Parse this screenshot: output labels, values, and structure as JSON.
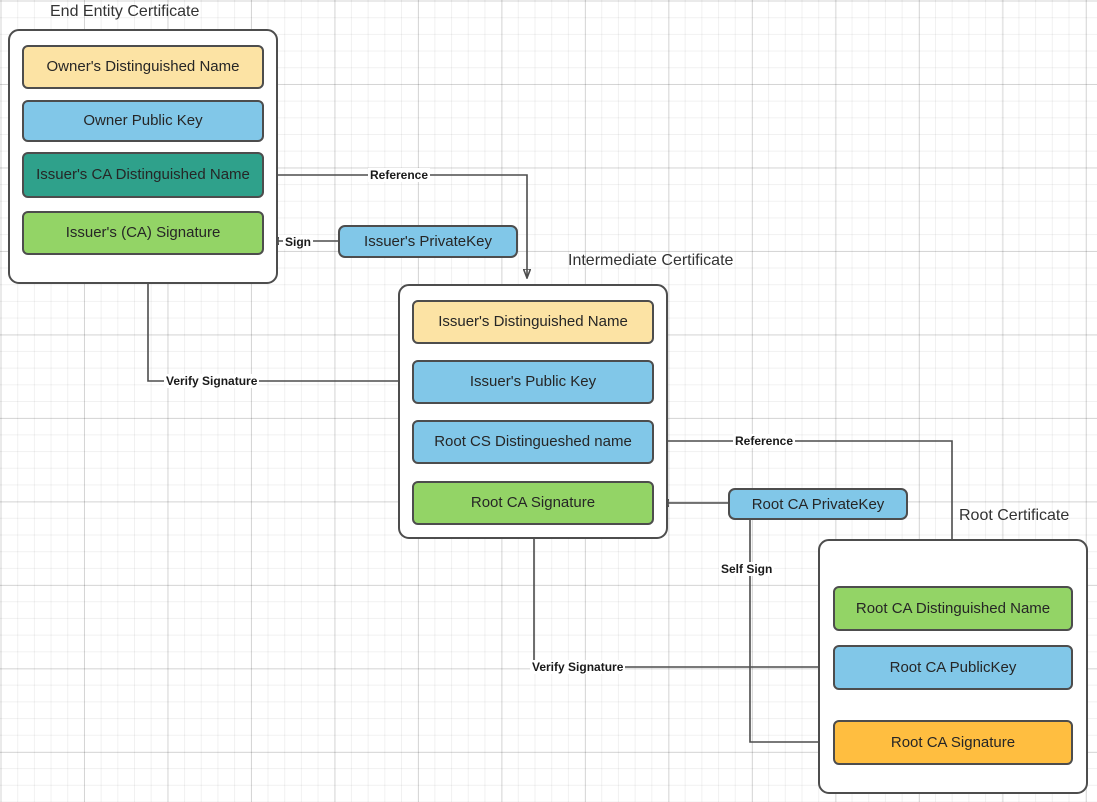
{
  "diagram": {
    "title_end_entity": "End Entity Certificate",
    "title_intermediate": "Intermediate Certificate",
    "title_root": "Root Certificate"
  },
  "colors": {
    "yellow": "#FCE3A4",
    "blue": "#81C7E8",
    "teal": "#2FA18B",
    "green": "#93D466",
    "orange": "#FFBE40",
    "stroke": "#4D4D4D",
    "text": "#262626",
    "background": "#FFFFFF"
  },
  "end_entity_certificate": {
    "label": "End Entity Certificate",
    "fields": [
      {
        "label": "Owner's Distinguished Name",
        "color": "#FCE3A4"
      },
      {
        "label": "Owner Public  Key",
        "color": "#81C7E8"
      },
      {
        "label": "Issuer's CA Distinguished Name",
        "color": "#2FA18B"
      },
      {
        "label": "Issuer's (CA) Signature",
        "color": "#93D466"
      }
    ]
  },
  "intermediate_certificate": {
    "label": "Intermediate Certificate",
    "fields": [
      {
        "label": "Issuer's Distinguished Name",
        "color": "#FCE3A4"
      },
      {
        "label": "Issuer's Public  Key",
        "color": "#81C7E8"
      },
      {
        "label": "Root CS Distingueshed name",
        "color": "#81C7E8"
      },
      {
        "label": "Root CA Signature",
        "color": "#93D466"
      }
    ]
  },
  "root_certificate": {
    "label": "Root Certificate",
    "fields": [
      {
        "label": "Root CA Distinguished Name",
        "color": "#93D466"
      },
      {
        "label": "Root CA PublicKey",
        "color": "#81C7E8"
      },
      {
        "label": "Root CA Signature",
        "color": "#FFBE40"
      }
    ]
  },
  "keys": {
    "issuer_private_key": "Issuer's PrivateKey",
    "root_ca_private_key": "Root CA PrivateKey"
  },
  "edges": [
    {
      "id": "reference-1",
      "label": "Reference",
      "from": "Issuer's CA Distinguished Name",
      "to": "Intermediate Certificate"
    },
    {
      "id": "sign-1",
      "label": "Sign",
      "from": "Issuer's PrivateKey",
      "to": "Issuer's (CA) Signature"
    },
    {
      "id": "verify-signature-1",
      "label": "Verify Signature",
      "from": "Issuer's Public  Key",
      "to": "Issuer's (CA) Signature"
    },
    {
      "id": "reference-2",
      "label": "Reference",
      "from": "Root CS Distingueshed name",
      "to": "Root CA Distinguished Name"
    },
    {
      "id": "sign-2",
      "label": "",
      "from": "Root CA PrivateKey",
      "to": "Root CA Signature (Intermediate)"
    },
    {
      "id": "self-sign",
      "label": "Self Sign",
      "from": "Root CA PrivateKey",
      "to": "Root CA Signature (Root)"
    },
    {
      "id": "verify-signature-2",
      "label": "Verify Signature",
      "from": "Root CA PublicKey",
      "to": "Root CA Signature (Intermediate)"
    }
  ]
}
